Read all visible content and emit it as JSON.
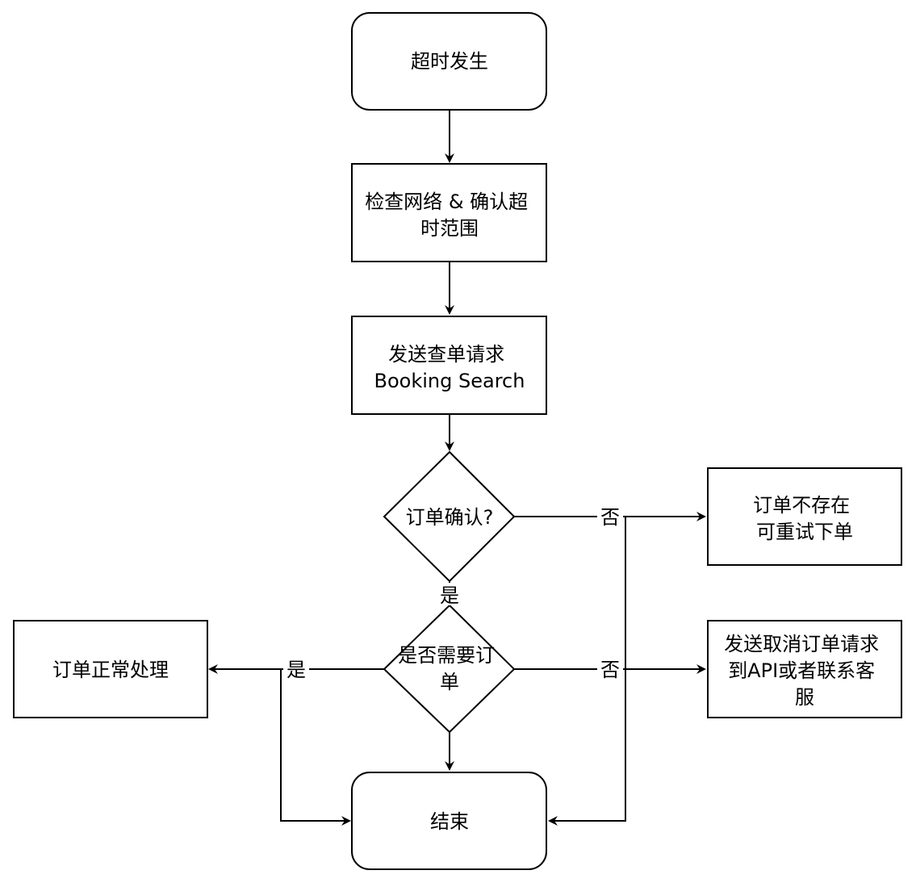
{
  "nodes": {
    "start": {
      "lines": [
        "超时发生"
      ]
    },
    "check_network": {
      "lines": [
        "检查网络 & 确认超",
        "时范围"
      ]
    },
    "booking_search": {
      "lines": [
        "发送查单请求",
        "Booking Search"
      ]
    },
    "order_confirmed": {
      "lines": [
        "订单确认?"
      ]
    },
    "order_missing": {
      "lines": [
        "订单不存在",
        "可重试下单"
      ]
    },
    "need_order": {
      "lines": [
        "是否需要订",
        "单"
      ]
    },
    "normal_process": {
      "lines": [
        "订单正常处理"
      ]
    },
    "cancel_request": {
      "lines": [
        "发送取消订单请求",
        "到API或者联系客",
        "服"
      ]
    },
    "end": {
      "lines": [
        "结束"
      ]
    }
  },
  "edge_labels": {
    "confirmed_no": "否",
    "confirmed_yes": "是",
    "need_yes": "是",
    "need_no": "否"
  }
}
